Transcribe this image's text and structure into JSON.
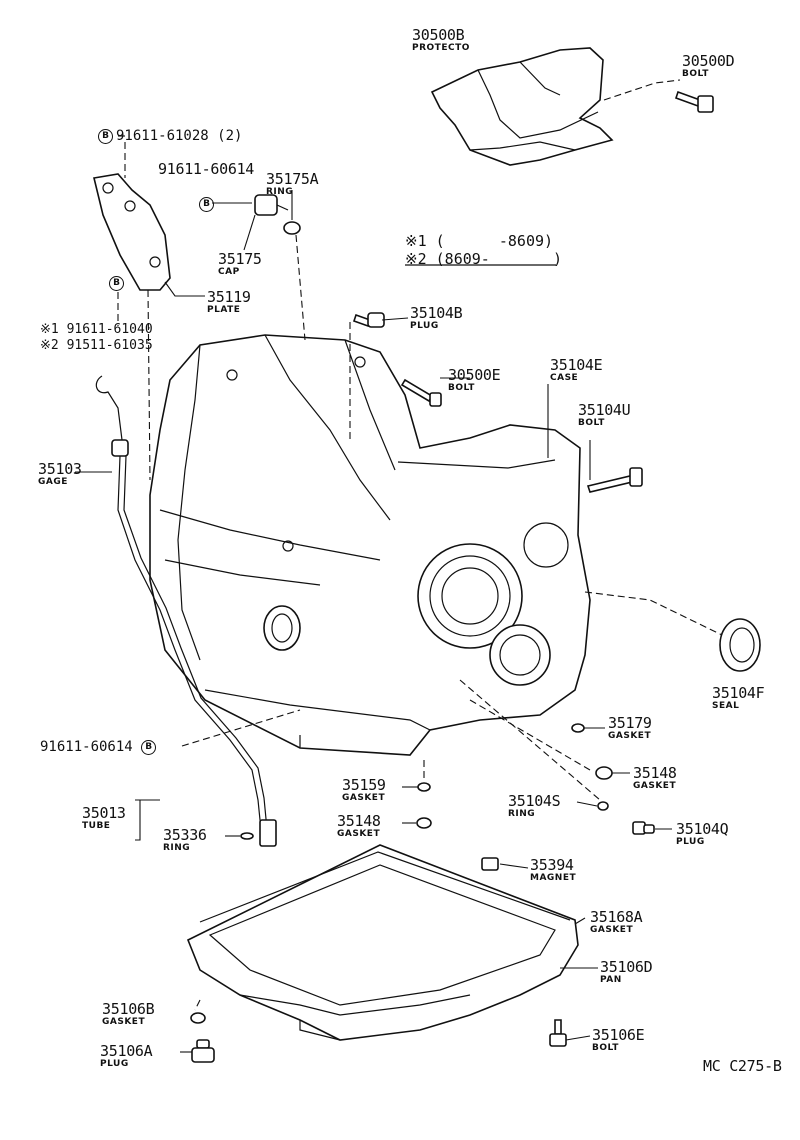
{
  "diagram": {
    "id_code": "MC C275-B",
    "legend": {
      "row1_mark": "※1",
      "row1_range": "(      -8609)",
      "row2_mark": "※2",
      "row2_range": "(8609-       )"
    },
    "parts": {
      "p30500B": {
        "num": "30500B",
        "name": "PROTECTO"
      },
      "p30500D": {
        "num": "30500D",
        "name": "BOLT"
      },
      "p91611_61028": {
        "num": "91611-61028 (2)",
        "mark": "B"
      },
      "p91611_60614a": {
        "num": "91611-60614",
        "mark": "B"
      },
      "p35175A": {
        "num": "35175A",
        "name": "RING"
      },
      "p35175": {
        "num": "35175",
        "name": "CAP"
      },
      "p35119": {
        "num": "35119",
        "name": "PLATE"
      },
      "p91611_61040": {
        "num": "91611-61040",
        "mark": "※1",
        "circle": "B"
      },
      "p91511_61035": {
        "num": "91511-61035",
        "mark": "※2"
      },
      "p35104B": {
        "num": "35104B",
        "name": "PLUG"
      },
      "p30500E": {
        "num": "30500E",
        "name": "BOLT"
      },
      "p35104E": {
        "num": "35104E",
        "name": "CASE"
      },
      "p35104U": {
        "num": "35104U",
        "name": "BOLT"
      },
      "p35103": {
        "num": "35103",
        "name": "GAGE"
      },
      "p35104F": {
        "num": "35104F",
        "name": "SEAL"
      },
      "p35179": {
        "num": "35179",
        "name": "GASKET"
      },
      "p91611_60614b": {
        "num": "91611-60614",
        "mark": "B"
      },
      "p35148a": {
        "num": "35148",
        "name": "GASKET"
      },
      "p35159": {
        "num": "35159",
        "name": "GASKET"
      },
      "p35104S": {
        "num": "35104S",
        "name": "RING"
      },
      "p35013": {
        "num": "35013",
        "name": "TUBE"
      },
      "p35148b": {
        "num": "35148",
        "name": "GASKET"
      },
      "p35104Q": {
        "num": "35104Q",
        "name": "PLUG"
      },
      "p35336": {
        "num": "35336",
        "name": "RING"
      },
      "p35394": {
        "num": "35394",
        "name": "MAGNET"
      },
      "p35168A": {
        "num": "35168A",
        "name": "GASKET"
      },
      "p35106D": {
        "num": "35106D",
        "name": "PAN"
      },
      "p35106B": {
        "num": "35106B",
        "name": "GASKET"
      },
      "p35106E": {
        "num": "35106E",
        "name": "BOLT"
      },
      "p35106A": {
        "num": "35106A",
        "name": "PLUG"
      }
    }
  }
}
